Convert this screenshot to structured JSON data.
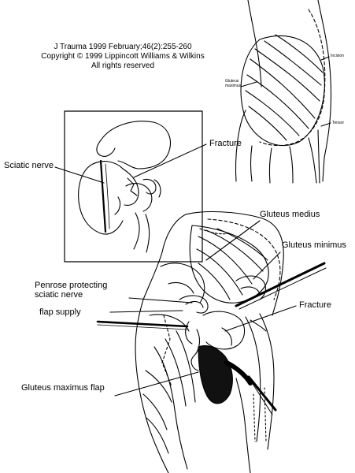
{
  "citation": {
    "line1": "J Trauma 1999 February;46(2):255-260",
    "line2": "Copyright © 1999 Lippincott Williams & Wilkins",
    "line3": "All rights reserved"
  },
  "inset_top": {
    "incision": "Incision",
    "gluteus_maximus_line1": "Gluteus",
    "gluteus_maximus_line2": "maximus",
    "tensor": "Tensor"
  },
  "inset_left": {
    "fracture": "Fracture",
    "sciatic_nerve": "Sciatic nerve"
  },
  "main": {
    "gluteus_medius": "Gluteus medius",
    "gluteus_minimus": "Gluteus minimus",
    "penrose_line1": "Penrose protecting",
    "penrose_line2": "sciatic nerve",
    "flap_supply": "flap supply",
    "fracture": "Fracture",
    "gluteus_maximus_flap": "Gluteus maximus flap"
  }
}
